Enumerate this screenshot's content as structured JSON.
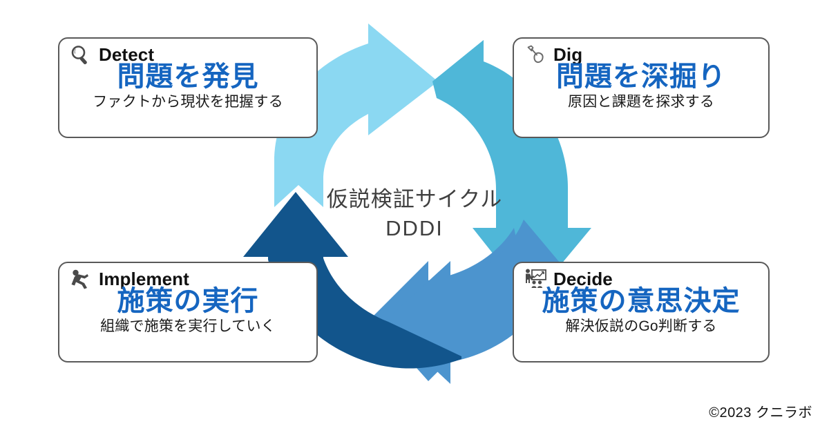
{
  "diagram": {
    "center": {
      "line1": "仮説検証サイクル",
      "line2": "DDDI"
    },
    "copyright": "©2023 クニラボ",
    "colors": {
      "arrow_1": "#8BD8F2",
      "arrow_2": "#4FB7D8",
      "arrow_3": "#4C94CE",
      "arrow_4": "#12558C",
      "card_border": "#595959",
      "heading_blue": "#1565C0",
      "center_text": "#3f3f3f"
    },
    "steps": [
      {
        "id": "detect",
        "icon": "magnifying-glass-icon",
        "english": "Detect",
        "japanese": "問題を発見",
        "description": "ファクトから現状を把握する"
      },
      {
        "id": "dig",
        "icon": "shovel-icon",
        "english": "Dig",
        "japanese": "問題を深掘り",
        "description": "原因と課題を探求する"
      },
      {
        "id": "decide",
        "icon": "presentation-meeting-icon",
        "english": "Decide",
        "japanese": "施策の意思決定",
        "description": "解決仮説のGo判断する"
      },
      {
        "id": "implement",
        "icon": "running-person-icon",
        "english": "Implement",
        "japanese": "施策の実行",
        "description": "組織で施策を実行していく"
      }
    ]
  }
}
